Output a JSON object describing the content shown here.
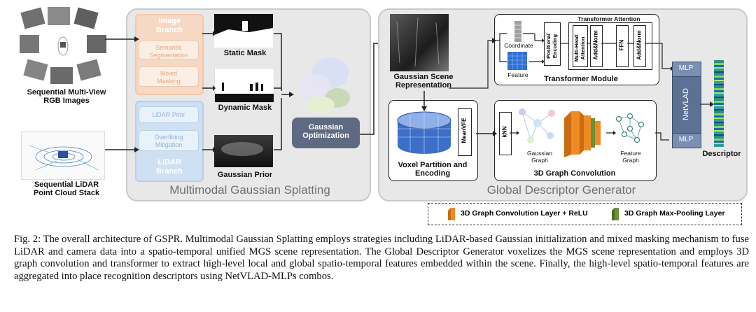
{
  "figure": {
    "inputs": {
      "rgb_label": "Sequential Multi-View\nRGB Images",
      "lidar_label": "Sequential LiDAR\nPoint Cloud Stack"
    },
    "mgs": {
      "panel_title": "Multimodal Gaussian Splatting",
      "image_branch": "Image\nBranch",
      "semantic_segmentation": "Semantic\nSegmentation",
      "mixed_masking": "Mixed\nMasking",
      "lidar_prior": "LiDAR Prior",
      "overfitting_mitigation": "Overfitting\nMitigation",
      "lidar_branch": "LiDAR\nBranch",
      "static_mask": "Static Mask",
      "dynamic_mask": "Dynamic Mask",
      "gaussian_prior": "Gaussian Prior",
      "gaussian_optimization": "Gaussian\nOptimization"
    },
    "gdg": {
      "panel_title": "Global Descriptor Generator",
      "gaussian_scene": "Gaussian Scene\nRepresentation",
      "voxel_partition": "Voxel Partition and\nEncoding",
      "meanvfe": "MeanVFE",
      "knn": "kNN",
      "gaussian_graph": "Gaussian\nGraph",
      "feature_graph": "Feature\nGraph",
      "graph_conv": "3D Graph Convolution",
      "coordinate": "Coordinate",
      "feature": "Feature",
      "positional_encoding": "Positional\nEncoding",
      "transformer_attention": "Transformer Attention",
      "mha": "Multi-Head\nAttention",
      "addnorm1": "Add&Norm",
      "ffn": "FFN",
      "addnorm2": "Add&Norm",
      "transformer_module": "Transformer Module",
      "mlp_top": "MLP",
      "netvlad": "NetVLAD",
      "mlp_bottom": "MLP",
      "descriptor": "Descriptor"
    },
    "legend": {
      "conv_layer": "3D Graph Convolution Layer + ReLU",
      "pool_layer": "3D Graph Max-Pooling Layer"
    },
    "colors": {
      "conv_orange": "#f08a24",
      "pool_green": "#6b8f3a",
      "feature_blue": "#2f6fd6",
      "netvlad_blue": "#5d7192"
    }
  },
  "caption": "Fig. 2: The overall architecture of GSPR. Multimodal Gaussian Splatting employs strategies including LiDAR-based Gaussian initialization and mixed masking mechanism to fuse LiDAR and camera data into a spatio-temporal unified MGS scene representation. The Global Descriptor Generator voxelizes the MGS scene representation and employs 3D graph convolution and transformer to extract high-level local and global spatio-temporal features embedded within the scene. Finally, the high-level spatio-temporal features are aggregated into place recognition descriptors using NetVLAD-MLPs combos."
}
